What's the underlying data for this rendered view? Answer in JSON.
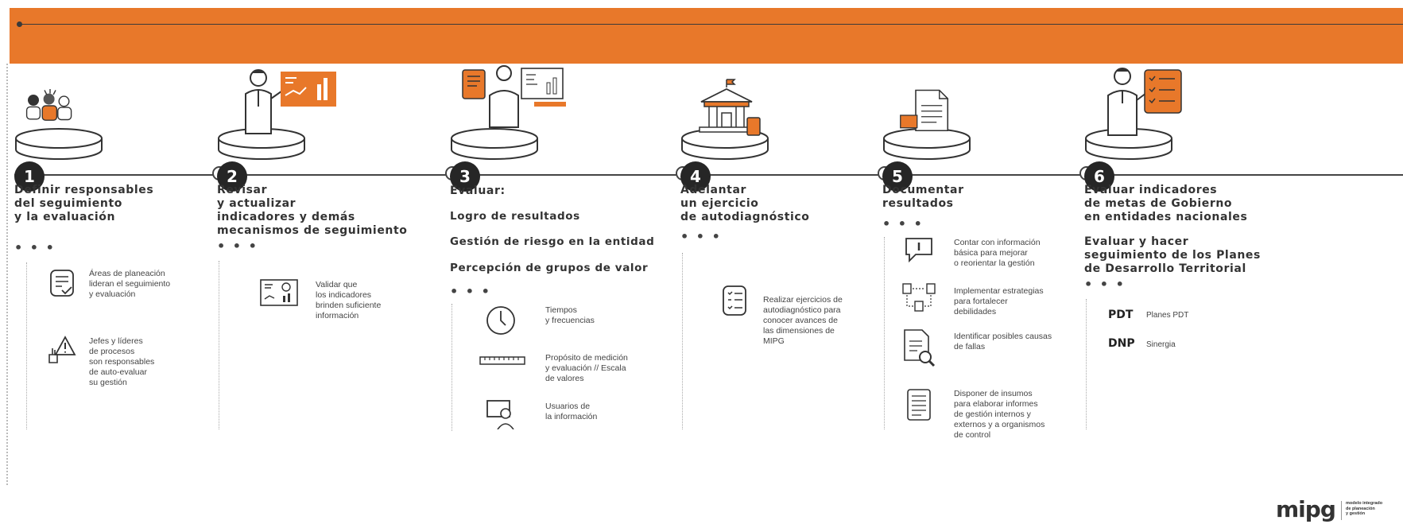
{
  "steps": [
    {
      "number": "1",
      "title": "Definir responsables\ndel seguimiento\ny la evaluación",
      "items": [
        {
          "icon": "checklist-icon",
          "text": "Áreas de planeación\nlideran el seguimiento\ny evaluación"
        },
        {
          "icon": "hand-warning-icon",
          "text": "Jefes y líderes\nde procesos\nson responsables\nde auto-evaluar\nsu gestión"
        }
      ]
    },
    {
      "number": "2",
      "title": "Revisar\ny actualizar\nindicadores y demás\nmecanismos de seguimiento",
      "items": [
        {
          "icon": "dashboard-icon",
          "text": "Validar que\nlos indicadores\nbrinden suficiente\ninformación"
        }
      ]
    },
    {
      "number": "3",
      "title": "Evaluar:",
      "subtitles": [
        "Logro de resultados",
        "Gestión de riesgo en la entidad",
        "Percepción de grupos de valor"
      ],
      "items": [
        {
          "icon": "clock-icon",
          "text": "Tiempos\ny frecuencias"
        },
        {
          "icon": "ruler-icon",
          "text": "Propósito de medición\ny evaluación // Escala\nde valores"
        },
        {
          "icon": "computer-user-icon",
          "text": "Usuarios de\nla información"
        }
      ]
    },
    {
      "number": "4",
      "title": "Adelantar\nun ejercicio\nde autodiagnóstico",
      "items": [
        {
          "icon": "checklist-icon",
          "text": "Realizar ejercicios de\nautodiagnóstico para\nconocer avances de\nlas dimensiones de\nMIPG"
        }
      ]
    },
    {
      "number": "5",
      "title": "Documentar\nresultados",
      "items": [
        {
          "icon": "speech-bubble-icon",
          "text": "Contar con información\nbásica para mejorar\no reorientar la gestión"
        },
        {
          "icon": "network-docs-icon",
          "text": "Implementar estrategias\npara fortalecer\ndebilidades"
        },
        {
          "icon": "document-magnifier-icon",
          "text": "Identificar posibles causas\nde fallas"
        },
        {
          "icon": "document-lines-icon",
          "text": "Disponer de insumos\npara elaborar informes\nde gestión internos y\nexternos y a organismos\nde control"
        }
      ]
    },
    {
      "number": "6",
      "title": "Evaluar indicadores\nde metas de Gobierno\nen entidades nacionales",
      "subtitle2": "Evaluar y hacer\nseguimiento de los Planes\nde Desarrollo Territorial",
      "codes": [
        {
          "code": "PDT",
          "label": "Planes PDT"
        },
        {
          "code": "DNP",
          "label": "Sinergia"
        }
      ]
    }
  ],
  "more_marker": "• • •",
  "logo": {
    "word": "mipg",
    "tagline": "modelo integrado\nde planeación\ny gestión"
  },
  "colors": {
    "accent": "#e8782a",
    "dark": "#262626"
  }
}
